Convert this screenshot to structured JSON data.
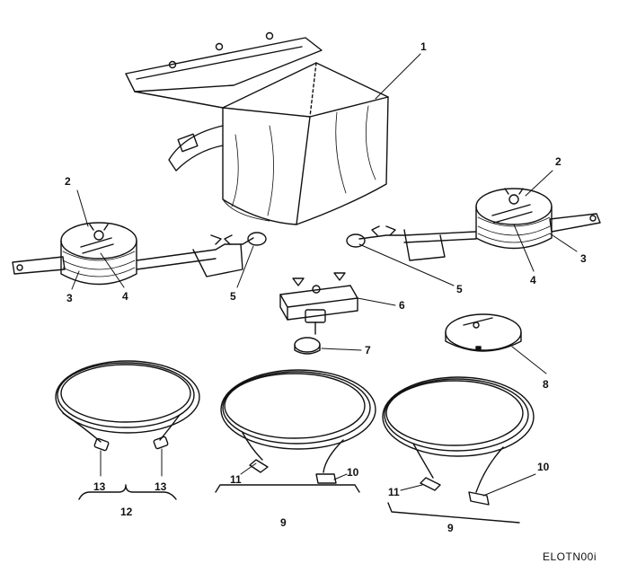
{
  "figure": {
    "id": "ELOTN00i",
    "callouts": {
      "bag": "1",
      "reel_left_top": "2",
      "reel_right_top": "2",
      "reel_left_side": "3",
      "reel_right_side": "3",
      "reel_left_crank": "4",
      "reel_right_crank": "4",
      "clamp_left": "5",
      "clamp_right": "5",
      "splice_block": "6",
      "connector": "7",
      "cap": "8",
      "cable_mid_bracket": "9",
      "cable_right_bracket": "9",
      "cable_mid_plug": "10",
      "cable_right_plug": "10",
      "cable_mid_tip": "11",
      "cable_right_tip": "11",
      "cable_left_bracket": "12",
      "cable_left_end_a": "13",
      "cable_left_end_b": "13"
    }
  }
}
